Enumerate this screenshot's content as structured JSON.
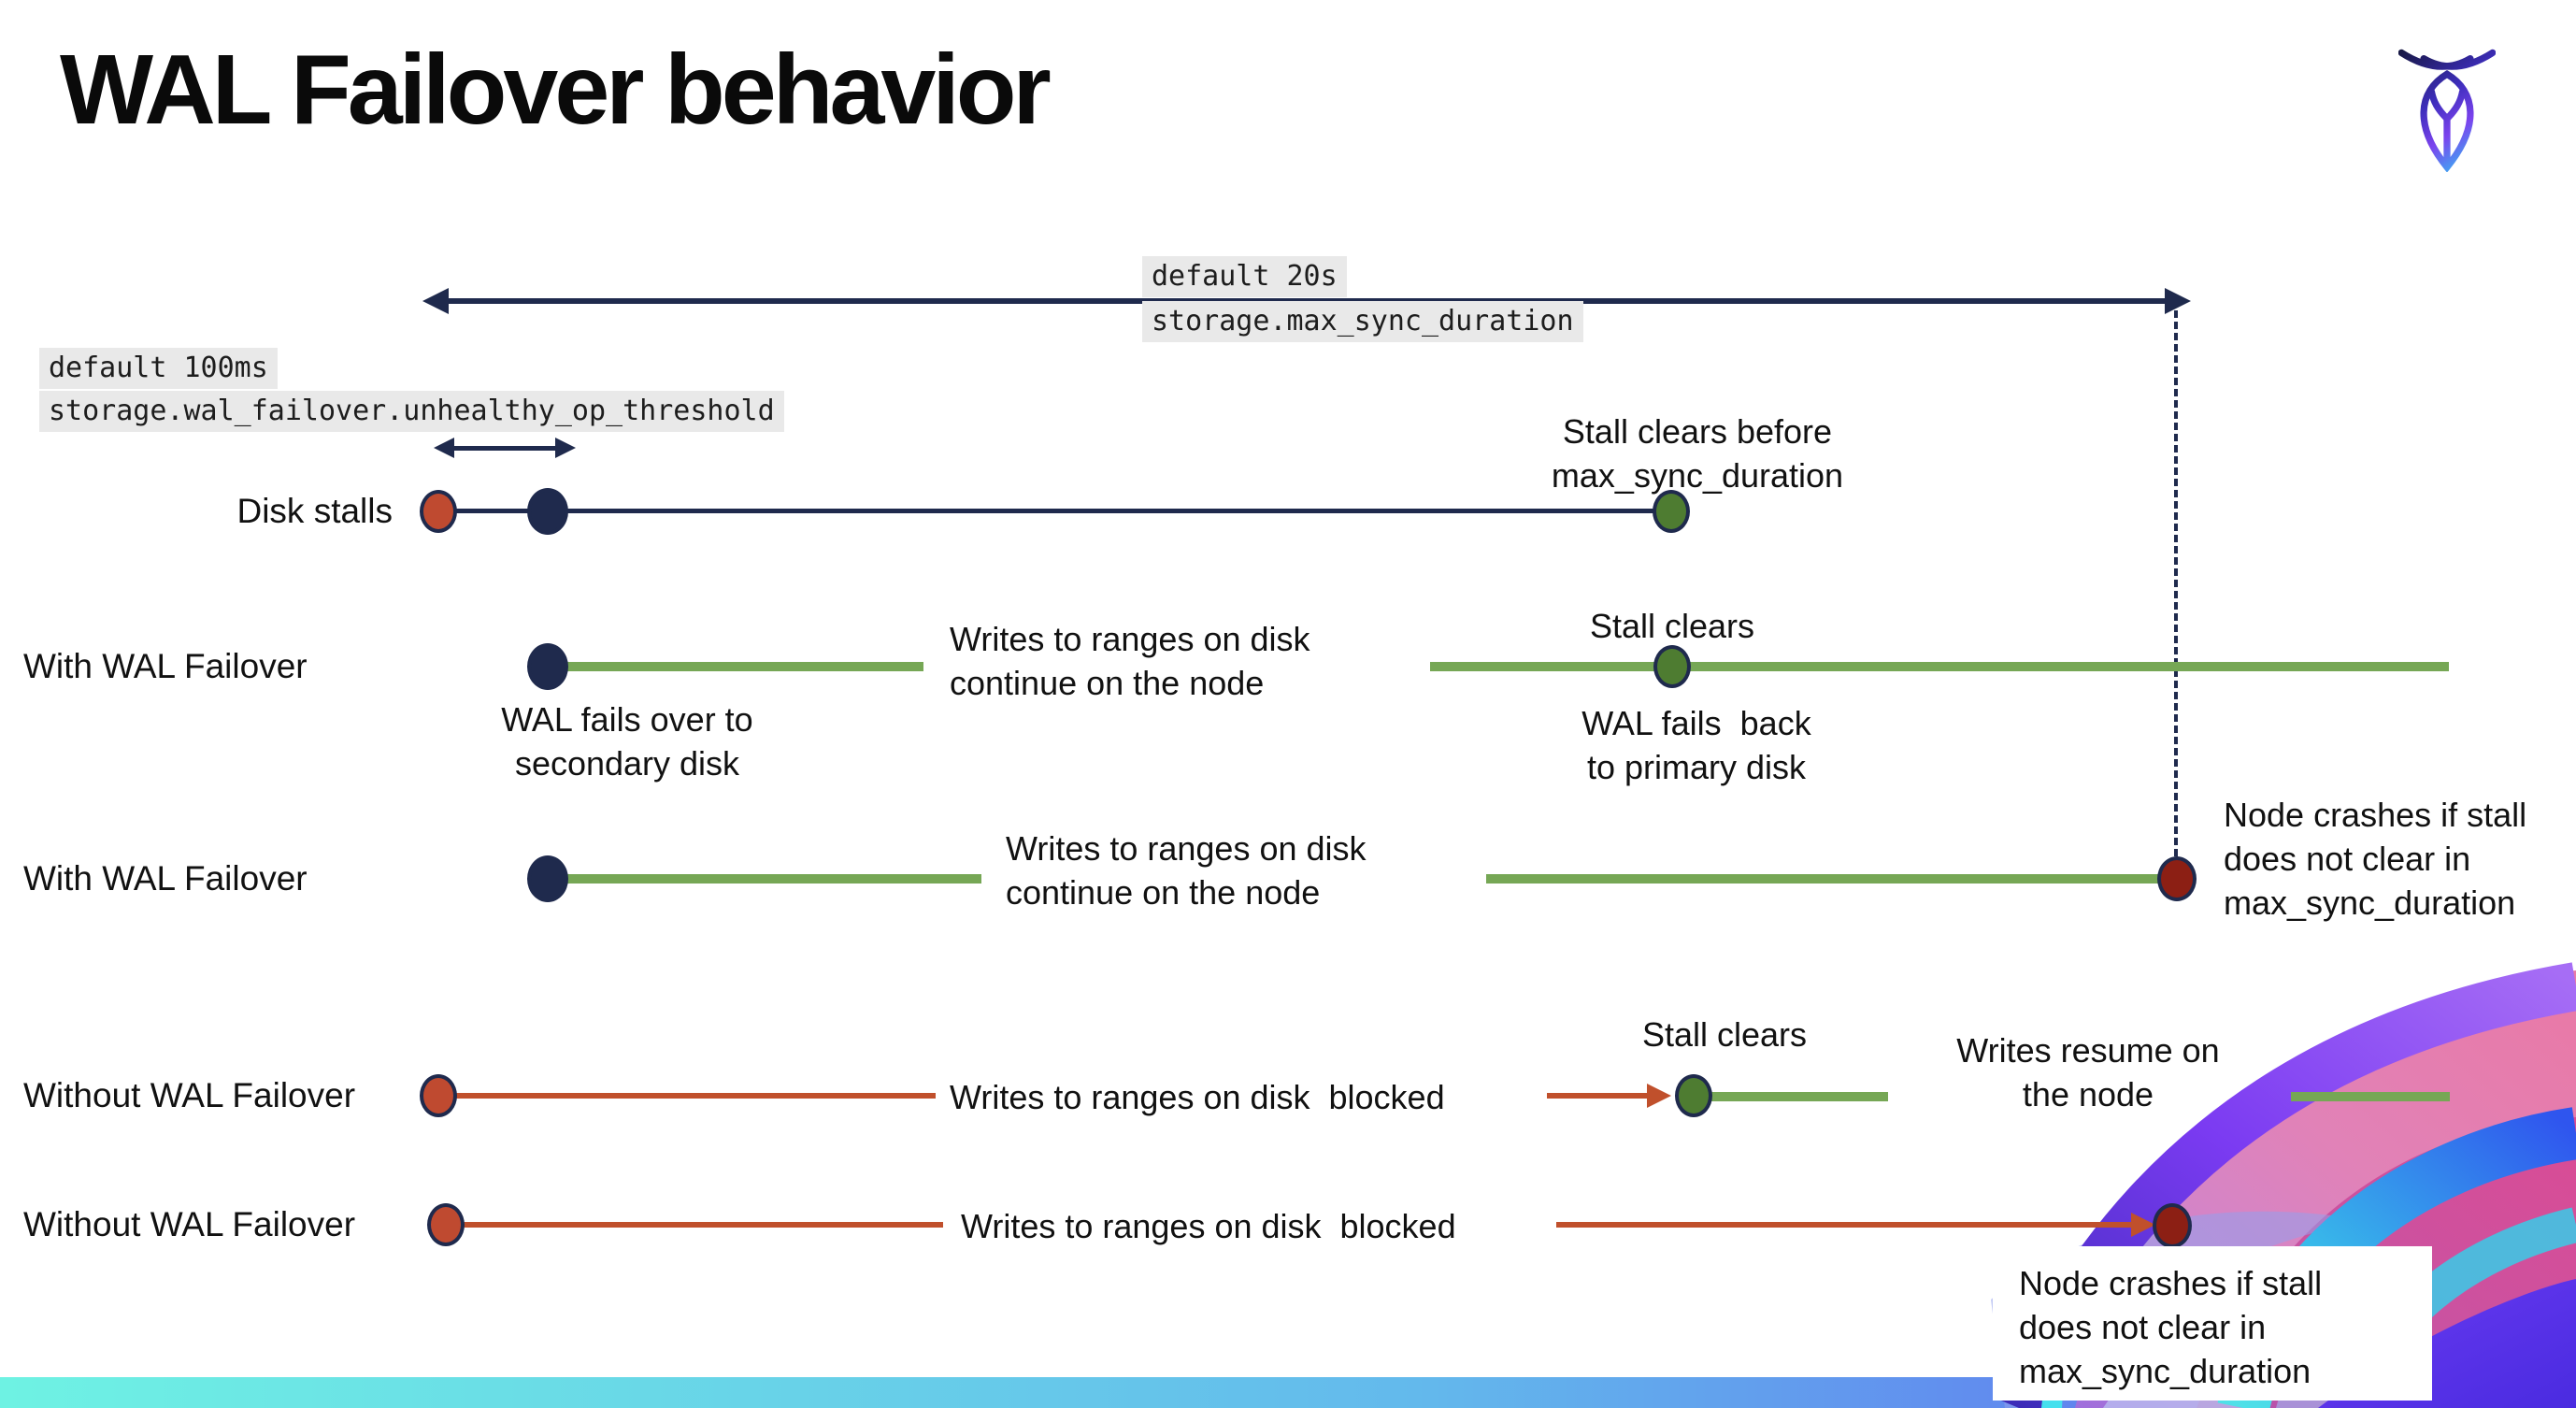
{
  "title": "WAL Failover behavior",
  "logo": {
    "name": "CockroachDB mark"
  },
  "badges": {
    "max_sync": {
      "line1": "default 20s",
      "line2": "storage.max_sync_duration"
    },
    "unhealthy_op": {
      "line1": "default 100ms",
      "line2": "storage.wal_failover.unhealthy_op_threshold"
    }
  },
  "rows": {
    "disk_stalls": {
      "label": "Disk stalls"
    },
    "with_wal_1": {
      "label": "With WAL Failover"
    },
    "with_wal_2": {
      "label": "With WAL Failover"
    },
    "without_wal_1": {
      "label": "Without WAL Failover"
    },
    "without_wal_2": {
      "label": "Without WAL Failover"
    }
  },
  "annotations": {
    "stall_clears_before": "Stall clears before\nmax_sync_duration",
    "wal_fails_over": "WAL fails over to\nsecondary disk",
    "writes_continue_1": "Writes to ranges on disk\ncontinue on the node",
    "stall_clears_1": "Stall clears",
    "wal_fails_back": "WAL fails  back\nto primary disk",
    "writes_continue_2": "Writes to ranges on disk\ncontinue on the node",
    "node_crashes_1": "Node crashes if stall\ndoes not clear in\nmax_sync_duration",
    "writes_blocked_1": "Writes to ranges on disk  blocked",
    "stall_clears_2": "Stall clears",
    "writes_resume": "Writes resume on\nthe node",
    "writes_blocked_2": "Writes to ranges on disk  blocked",
    "node_crashes_2": "Node crashes if stall\ndoes not clear in\nmax_sync_duration"
  },
  "colors": {
    "navy": "#1f2a4d",
    "green_line": "#76a755",
    "green_dot": "#4e7c31",
    "red_line": "#c0502c",
    "red_dot": "#bf4a30",
    "maroon_dot": "#8c1f14",
    "badge_bg": "#e9e9e9",
    "bar_left": "#6ef2e3",
    "bar_mid": "#63b9ec",
    "bar_right": "#5f5ff0",
    "text": "#111111"
  }
}
